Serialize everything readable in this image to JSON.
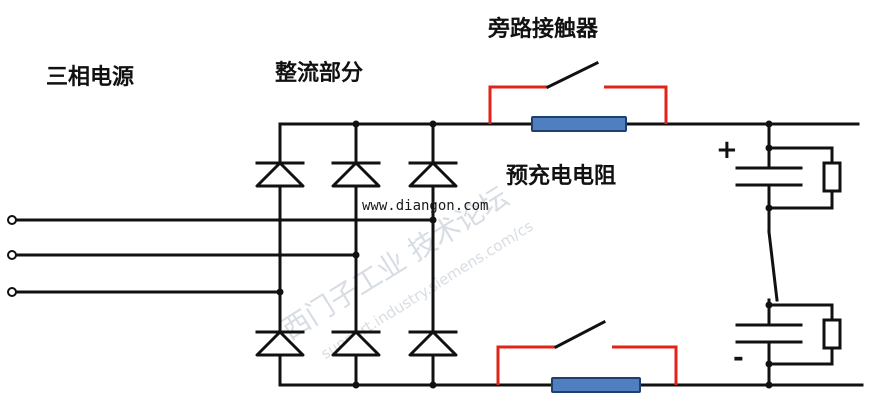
{
  "labels": {
    "three_phase_source": "三相电源",
    "rectifier": "整流部分",
    "bypass_contactor": "旁路接触器",
    "precharge_resistor": "预充电电阻",
    "plus_sign": "+",
    "minus_sign": "-",
    "website": "www.diangon.com"
  },
  "watermark": {
    "cn": "西门子工业 技术论坛",
    "en": "support.industry.siemens.com/cs"
  },
  "colors": {
    "wire": "#111111",
    "contactor": "#e2231a",
    "resistor_fill": "#4f7fbf",
    "resistor_stroke": "#1f3f6f"
  }
}
